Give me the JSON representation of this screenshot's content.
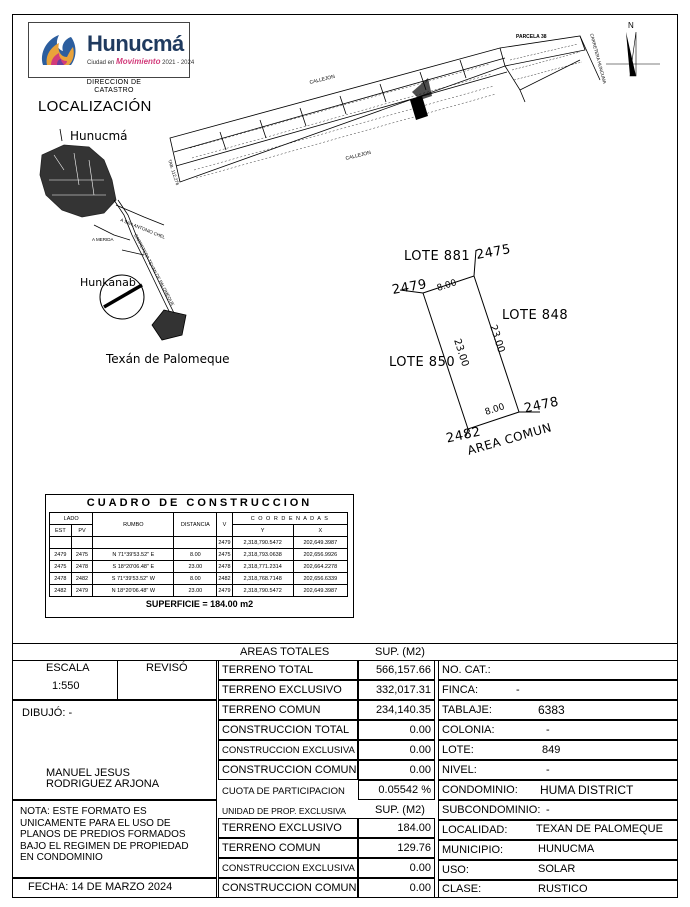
{
  "logo": {
    "name": "Hunucmá",
    "tagline_prefix": "Ciudad en",
    "tagline_brand": "Movimiento",
    "tagline_years": "2021 - 2024"
  },
  "department": {
    "line1": "DIRECCION DE",
    "line2": "CATASTRO"
  },
  "location_title": "LOCALIZACIÓN",
  "location_map": {
    "town_hunucma": "Hunucmá",
    "town_hunkanab": "Hunkanab",
    "town_texan": "Texán de Palomeque",
    "road_san_antonio": "A SAN ANTONIO CHEL",
    "road_merida": "A MERIDA",
    "road_carretera": "CARRETERA TEXAN DE PALOMEQUE"
  },
  "site_plan": {
    "parcela": "PARCELA 38",
    "callejon_top": "CALLEJON",
    "callejon_bottom": "CALLEJON",
    "carretera": "CARRETERA HUNCUMA",
    "side_label": "TAB. 112,276",
    "north": "N"
  },
  "lot_plan": {
    "lote_north": "LOTE 881",
    "lote_east": "LOTE 848",
    "lote_west": "LOTE 850",
    "area_comun": "AREA COMUN",
    "v2475": "2475",
    "v2479": "2479",
    "v2478": "2478",
    "v2482": "2482",
    "d_top": "8.00",
    "d_bottom": "8.00",
    "d_left": "23.00",
    "d_right": "23.00"
  },
  "cuadro": {
    "title": "CUADRO DE CONSTRUCCION",
    "h_lado": "LADO",
    "h_est": "EST",
    "h_pv": "PV",
    "h_rumbo": "RUMBO",
    "h_distancia": "DISTANCIA",
    "h_v": "V",
    "h_coordenadas": "C O O R D E N A D A S",
    "h_y": "Y",
    "h_x": "X",
    "start_v": "2479",
    "start_y": "2,318,790.5472",
    "start_x": "202,649.3987",
    "rows": [
      {
        "est": "2479",
        "pv": "2475",
        "rumbo": "N  71°39'53.52\"  E",
        "dist": "8.00",
        "v": "2475",
        "y": "2,318,793.0638",
        "x": "202,656.9926"
      },
      {
        "est": "2475",
        "pv": "2478",
        "rumbo": "S  18°20'06.48\"  E",
        "dist": "23.00",
        "v": "2478",
        "y": "2,318,771.2314",
        "x": "202,664.2278"
      },
      {
        "est": "2478",
        "pv": "2482",
        "rumbo": "S  71°39'53.52\"  W",
        "dist": "8.00",
        "v": "2482",
        "y": "2,318,768.7148",
        "x": "202,656.6339"
      },
      {
        "est": "2482",
        "pv": "2479",
        "rumbo": "N  18°20'06.48\"  W",
        "dist": "23.00",
        "v": "2479",
        "y": "2,318,790.5472",
        "x": "202,649.3987"
      }
    ],
    "superficie": "SUPERFICIE = 184.00 m2"
  },
  "left_block": {
    "escala_label": "ESCALA",
    "escala_value": "1:550",
    "reviso_label": "REVISÓ",
    "dibujo_label": "DIBUJÓ:",
    "dibujo_value": "-",
    "author_line1": "MANUEL JESUS",
    "author_line2": "RODRIGUEZ ARJONA",
    "nota_lines": [
      "NOTA: ESTE FORMATO ES",
      "UNICAMENTE PARA EL USO DE",
      "PLANOS DE PREDIOS FORMADOS",
      "BAJO EL REGIMEN DE PROPIEDAD",
      "EN CONDOMINIO"
    ],
    "fecha": "FECHA: 14 DE MARZO 2024"
  },
  "areas": {
    "header_label": "AREAS TOTALES",
    "header_sup": "SUP. (M2)",
    "rows": [
      {
        "label": "TERRENO TOTAL",
        "value": "566,157.66"
      },
      {
        "label": "TERRENO EXCLUSIVO",
        "value": "332,017.31"
      },
      {
        "label": "TERRENO COMUN",
        "value": "234,140.35"
      },
      {
        "label": "CONSTRUCCION TOTAL",
        "value": "0.00"
      },
      {
        "label": "CONSTRUCCION EXCLUSIVA",
        "value": "0.00"
      },
      {
        "label": "CONSTRUCCION COMUN",
        "value": "0.00"
      }
    ],
    "cuota_label": "CUOTA DE PARTICIPACION",
    "cuota_value": "0.05542 %",
    "unidad_label": "UNIDAD DE PROP. EXCLUSIVA",
    "unidad_sup": "SUP. (M2)",
    "unidad_rows": [
      {
        "label": "TERRENO EXCLUSIVO",
        "value": "184.00"
      },
      {
        "label": "TERRENO COMUN",
        "value": "129.76"
      },
      {
        "label": "CONSTRUCCION EXCLUSIVA",
        "value": "0.00"
      },
      {
        "label": "CONSTRUCCION COMUN",
        "value": "0.00"
      }
    ]
  },
  "details": [
    {
      "label": "NO. CAT.:",
      "value": ""
    },
    {
      "label": "FINCA:",
      "value": "-"
    },
    {
      "label": "TABLAJE:",
      "value": "6383"
    },
    {
      "label": "COLONIA:",
      "value": "-"
    },
    {
      "label": "LOTE:",
      "value": "849"
    },
    {
      "label": "NIVEL:",
      "value": "-"
    },
    {
      "label": "CONDOMINIO:",
      "value": "HUMA DISTRICT"
    },
    {
      "label": "SUBCONDOMINIO:",
      "value": "-"
    },
    {
      "label": "LOCALIDAD:",
      "value": "TEXAN DE PALOMEQUE"
    },
    {
      "label": "MUNICIPIO:",
      "value": "HUNUCMA"
    },
    {
      "label": "USO:",
      "value": "SOLAR"
    },
    {
      "label": "CLASE:",
      "value": "RUSTICO"
    }
  ]
}
